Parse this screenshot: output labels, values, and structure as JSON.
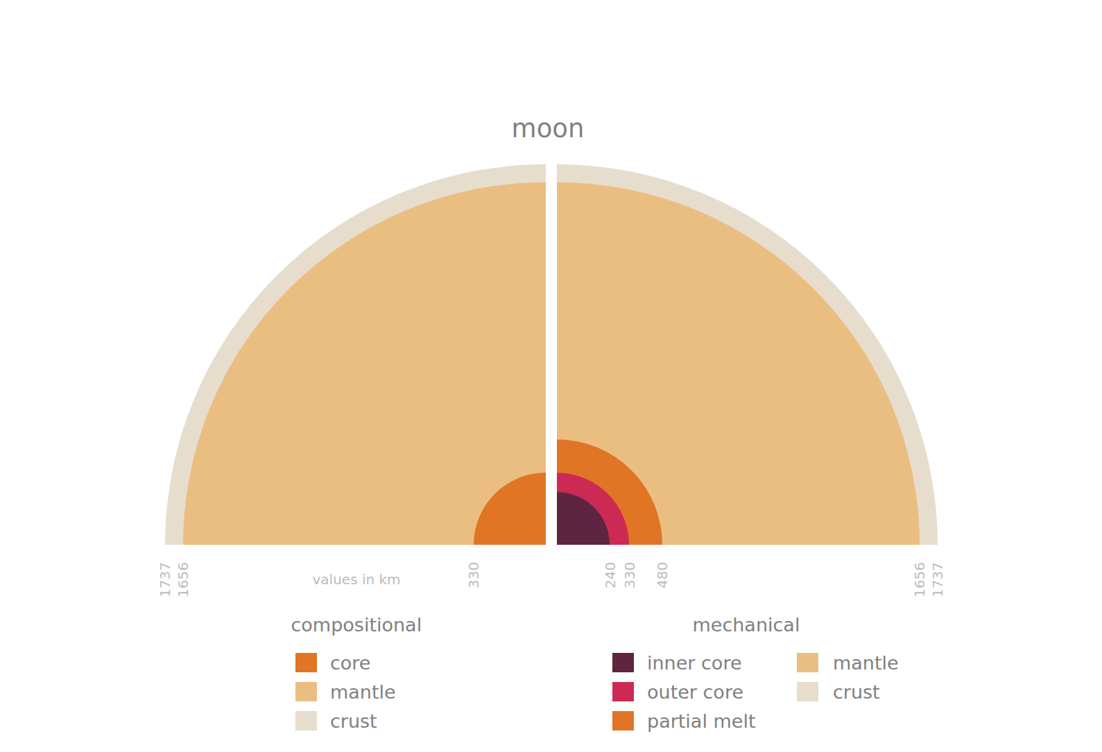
{
  "diagram": {
    "title": "moon",
    "labels": [
      "1737",
      "1656",
      "values in km",
      "330",
      "240",
      "330",
      "480",
      "1656",
      "1737",
      "compositional",
      "mechanical"
    ],
    "legend": [
      {
        "text": "core",
        "color": "#e07526"
      },
      {
        "text": "mantle",
        "color": "#eabe81"
      },
      {
        "text": "crust",
        "color": "#e6ddcd"
      },
      {
        "text": "inner core",
        "color": "#5e2440"
      },
      {
        "text": "outer core",
        "color": "#cc2a54"
      },
      {
        "text": "partial melt",
        "color": "#e07526"
      },
      {
        "text": "mantle",
        "color": "#eabe81"
      },
      {
        "text": "crust",
        "color": "#e6ddcd"
      }
    ]
  }
}
